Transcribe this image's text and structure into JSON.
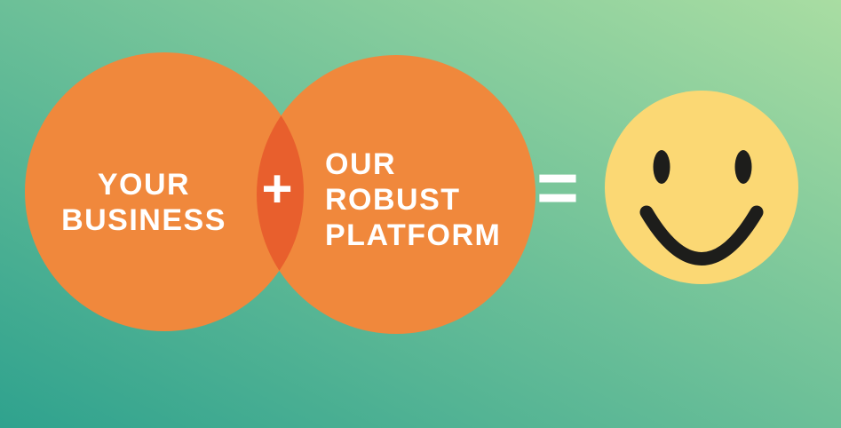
{
  "venn": {
    "left_circle": {
      "lines": [
        "YOUR",
        "BUSINESS"
      ]
    },
    "overlap": {
      "plus_sign": "+"
    },
    "right_circle": {
      "lines": [
        "OUR",
        "ROBUST",
        "PLATFORM"
      ]
    },
    "equals_sign": "="
  },
  "colors": {
    "background_gradient_light": "#A9DDA2",
    "background_gradient_dark": "#2FA28E",
    "circle_fill": "#F0883C",
    "overlap_fill": "#E85F2D",
    "smiley_fill": "#FBD874",
    "smiley_features": "#1D1D1B",
    "label_text": "#FFFFFF"
  }
}
